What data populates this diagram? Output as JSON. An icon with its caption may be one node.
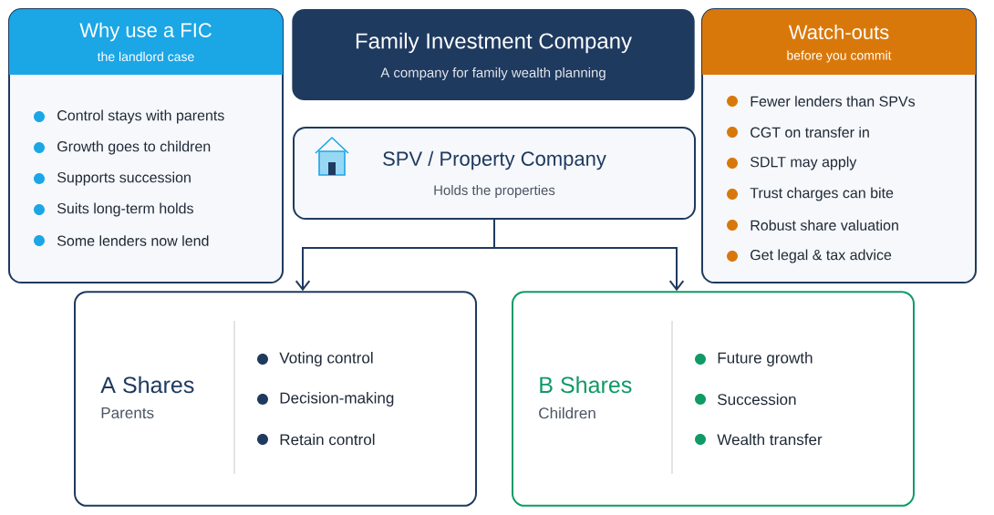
{
  "diagram": {
    "nodes": [
      {
        "text": [
          "Why use a FIC",
          "the landlord case",
          "Control stays with parents",
          "Growth goes to children",
          "Supports succession",
          "Suits long-term holds",
          "Some lenders now lend"
        ]
      },
      {
        "text": [
          "Family Investment Company",
          "A company for family wealth planning"
        ]
      },
      {
        "text": [
          "Watch-outs",
          "before you commit",
          "Fewer lenders than SPVs",
          "CGT on transfer in",
          "SDLT may apply",
          "Trust charges can bite",
          "Robust share valuation",
          "Get legal & tax advice"
        ]
      },
      {
        "text": [
          "SPV / Property Company",
          "Holds the properties"
        ]
      },
      {
        "text": [
          "A Shares",
          "Parents",
          "Voting control",
          "Decision-making",
          "Retain control"
        ]
      },
      {
        "text": [
          "B Shares",
          "Children",
          "Future growth",
          "Succession",
          "Wealth transfer"
        ]
      }
    ],
    "edges": [
      {
        "from": 3,
        "to": 4,
        "arrow": "to"
      },
      {
        "from": 3,
        "to": 5,
        "arrow": "to"
      }
    ]
  }
}
